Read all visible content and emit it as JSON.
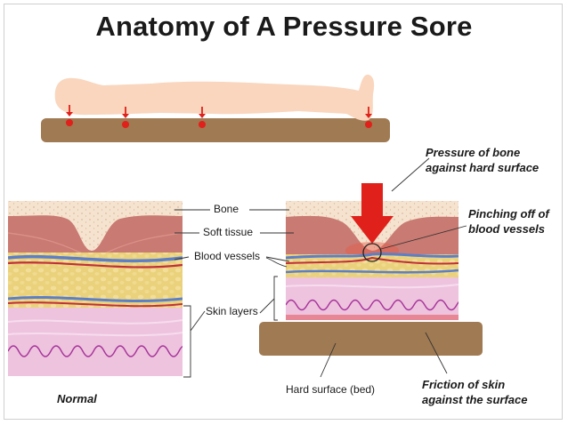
{
  "title": "Anatomy of A Pressure Sore",
  "labels": {
    "bone": "Bone",
    "soft_tissue": "Soft tissue",
    "blood_vessels": "Blood vessels",
    "skin_layers": "Skin layers",
    "normal": "Normal",
    "hard_surface": "Hard surface (bed)",
    "pressure_line1": "Pressure of bone",
    "pressure_line2": "against hard surface",
    "pinching_line1": "Pinching off of",
    "pinching_line2": "blood vessels",
    "friction_line1": "Friction of skin",
    "friction_line2": "against the surface"
  },
  "colors": {
    "bone": "#f6e3cf",
    "soft_tissue": "#c97a72",
    "fat": "#ead17c",
    "skin": "#eec3de",
    "bed": "#a07a52",
    "body": "#f9d6bd",
    "arrow": "#e0201a",
    "vessel_blue": "#5c7fc6",
    "vessel_red": "#c0303a"
  },
  "icons": [
    "pressure-arrow-icon",
    "pressure-point-icon"
  ]
}
